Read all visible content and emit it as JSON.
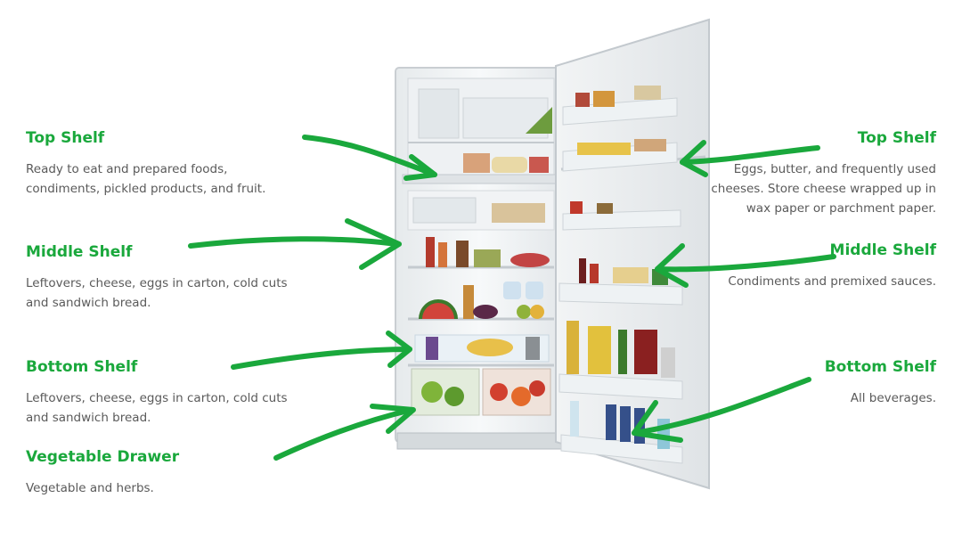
{
  "left_labels": {
    "top": {
      "title": "Top Shelf",
      "text": "Ready to eat and prepared foods, condiments, pickled products, and fruit."
    },
    "middle": {
      "title": "Middle Shelf",
      "text": "Leftovers, cheese, eggs in carton, cold cuts and sandwich bread."
    },
    "bottom": {
      "title": "Bottom Shelf",
      "text": "Leftovers, cheese, eggs in carton, cold cuts and sandwich bread."
    },
    "vegetable": {
      "title": "Vegetable Drawer",
      "text": "Vegetable and herbs."
    }
  },
  "right_labels": {
    "top": {
      "title": "Top Shelf",
      "text": "Eggs, butter, and frequently used cheeses.  Store cheese wrapped up in wax paper or parchment paper."
    },
    "middle": {
      "title": "Middle Shelf",
      "text": "Condiments and premixed sauces."
    },
    "bottom": {
      "title": "Bottom Shelf",
      "text": "All beverages."
    }
  },
  "colors": {
    "accent_green": "#1aa83c",
    "text_gray": "#5a5a5a",
    "fridge_white": "#f4f6f7",
    "fridge_edge": "#c9ced2"
  }
}
